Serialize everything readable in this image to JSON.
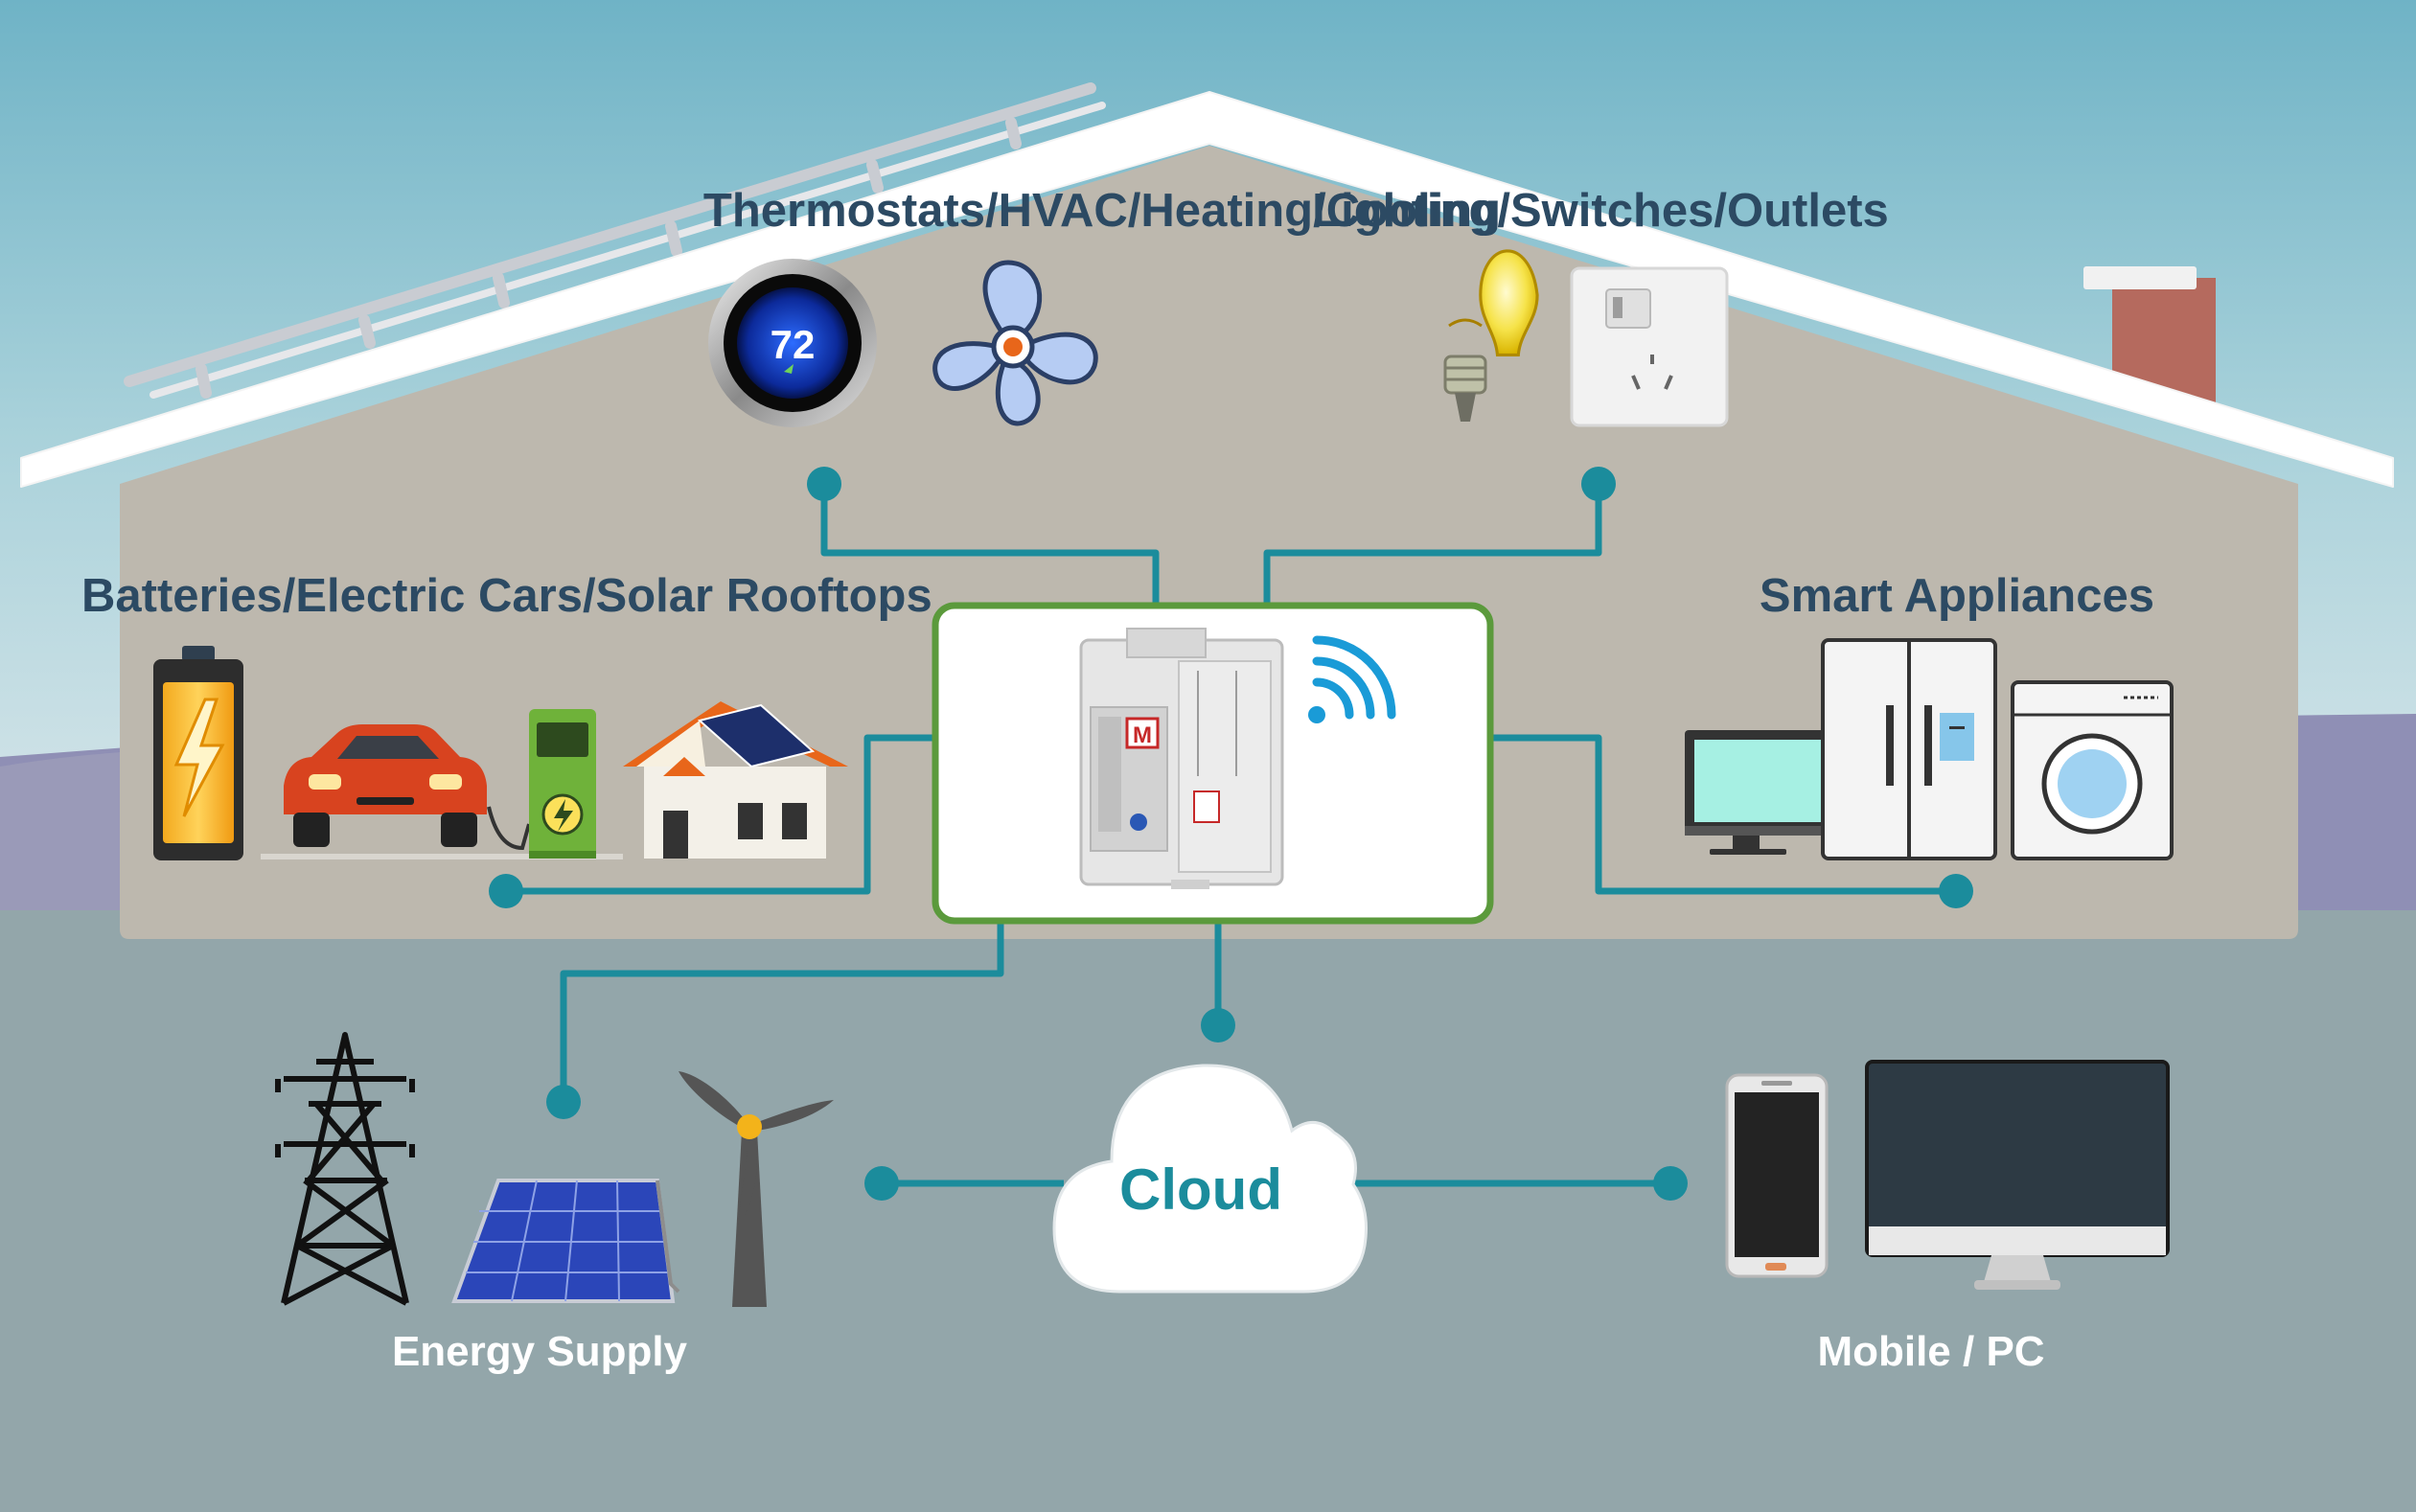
{
  "labels": {
    "thermostats": "Thermostats/HVAC/Heating/Cooling",
    "lighting": "Lighting/Switches/Outlets",
    "batteries": "Batteries/Electric Cars/Solar Rooftops",
    "appliances": "Smart Appliances",
    "cloud": "Cloud",
    "energy_supply": "Energy Supply",
    "mobile_pc": "Mobile / PC"
  },
  "thermostat_display": "72",
  "meter_brand": "M",
  "colors": {
    "sky_top": "#6fb3c6",
    "sky_bottom": "#c3dde2",
    "house_wall": "#bdb8ae",
    "ground": "#93a6aa",
    "roof": "#ffffff",
    "label_text": "#2c4a63",
    "connector": "#1b8c9c",
    "hub_border": "#5b9a3c",
    "cloud_text": "#1b8c9c",
    "footer_text": "#ffffff"
  },
  "icons": [
    "solar-panel-roof-icon",
    "thermostat-icon",
    "fan-icon",
    "light-bulb-icon",
    "wall-switch-outlet-icon",
    "chimney-icon",
    "battery-icon",
    "electric-car-icon",
    "charging-station-icon",
    "solar-house-icon",
    "smart-meter-icon",
    "wifi-icon",
    "monitor-icon",
    "refrigerator-icon",
    "washing-machine-icon",
    "power-tower-icon",
    "solar-panel-icon",
    "wind-turbine-icon",
    "cloud-icon",
    "smartphone-icon",
    "desktop-pc-icon"
  ]
}
